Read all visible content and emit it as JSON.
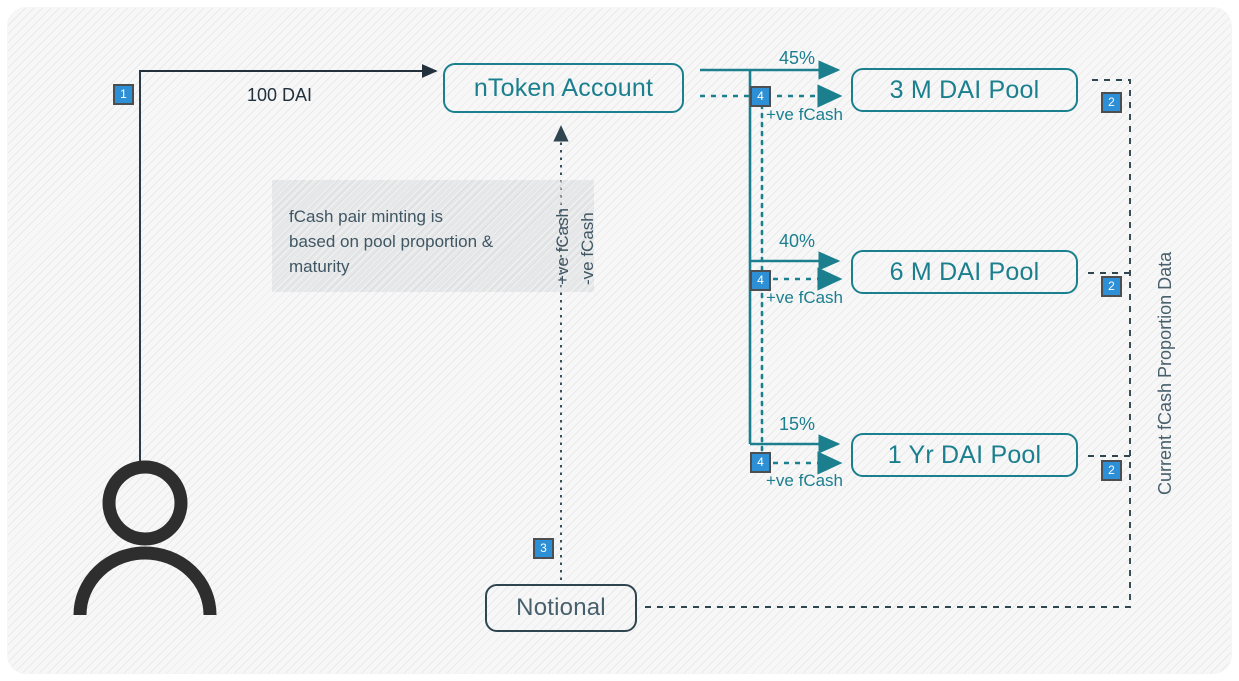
{
  "diagram": {
    "title": "nToken minting and fCash pair minting flow",
    "colors": {
      "teal": "#1b7f8e",
      "slate": "#2f4550",
      "badge_blue": "#2d8fd5",
      "note_gray": "#c3c6cb",
      "panel_bg": "#f7f7f8",
      "person": "#2e2e2e"
    },
    "nodes": {
      "ntoken_account": "nToken Account",
      "pool_3m": "3 M DAI Pool",
      "pool_6m": "6 M DAI Pool",
      "pool_1y": "1 Yr DAI Pool",
      "notional": "Notional"
    },
    "note": {
      "text": "fCash pair minting is based on pool proportion & maturity"
    },
    "labels": {
      "deposit": "100 DAI",
      "pct_3m": "45%",
      "pct_6m": "40%",
      "pct_1y": "15%",
      "fcash_pos_3m": "+ve fCash",
      "fcash_pos_6m": "+ve fCash",
      "fcash_pos_1y": "+ve fCash",
      "vertical_pos_fcash": "+ve fCash",
      "vertical_neg_fcash": "-ve fCash",
      "current_proportion": "Current fCash Proportion Data"
    },
    "badges": {
      "step1": "1",
      "step2_3m": "2",
      "step2_6m": "2",
      "step2_1y": "2",
      "step3": "3",
      "step4_3m": "4",
      "step4_6m": "4",
      "step4_1y": "4"
    },
    "icons": {
      "user": "user-icon"
    },
    "flows": [
      {
        "from": "user",
        "to": "nToken Account",
        "label": "100 DAI",
        "style": "solid"
      },
      {
        "from": "nToken Account",
        "to": "3 M DAI Pool",
        "label": "45%",
        "style": "solid"
      },
      {
        "from": "nToken Account",
        "to": "6 M DAI Pool",
        "label": "40%",
        "style": "solid"
      },
      {
        "from": "nToken Account",
        "to": "1 Yr DAI Pool",
        "label": "15%",
        "style": "solid"
      },
      {
        "from": "mint-point",
        "to": "3 M DAI Pool",
        "label": "+ve fCash",
        "style": "dotted"
      },
      {
        "from": "mint-point",
        "to": "6 M DAI Pool",
        "label": "+ve fCash",
        "style": "dotted"
      },
      {
        "from": "mint-point",
        "to": "1 Yr DAI Pool",
        "label": "+ve fCash",
        "style": "dotted"
      },
      {
        "from": "mint-point",
        "to": "nToken Account",
        "label": "-ve fCash",
        "style": "dotted"
      },
      {
        "from": "Notional",
        "to": "pools",
        "label": "Current fCash Proportion Data",
        "style": "dashed"
      }
    ]
  }
}
